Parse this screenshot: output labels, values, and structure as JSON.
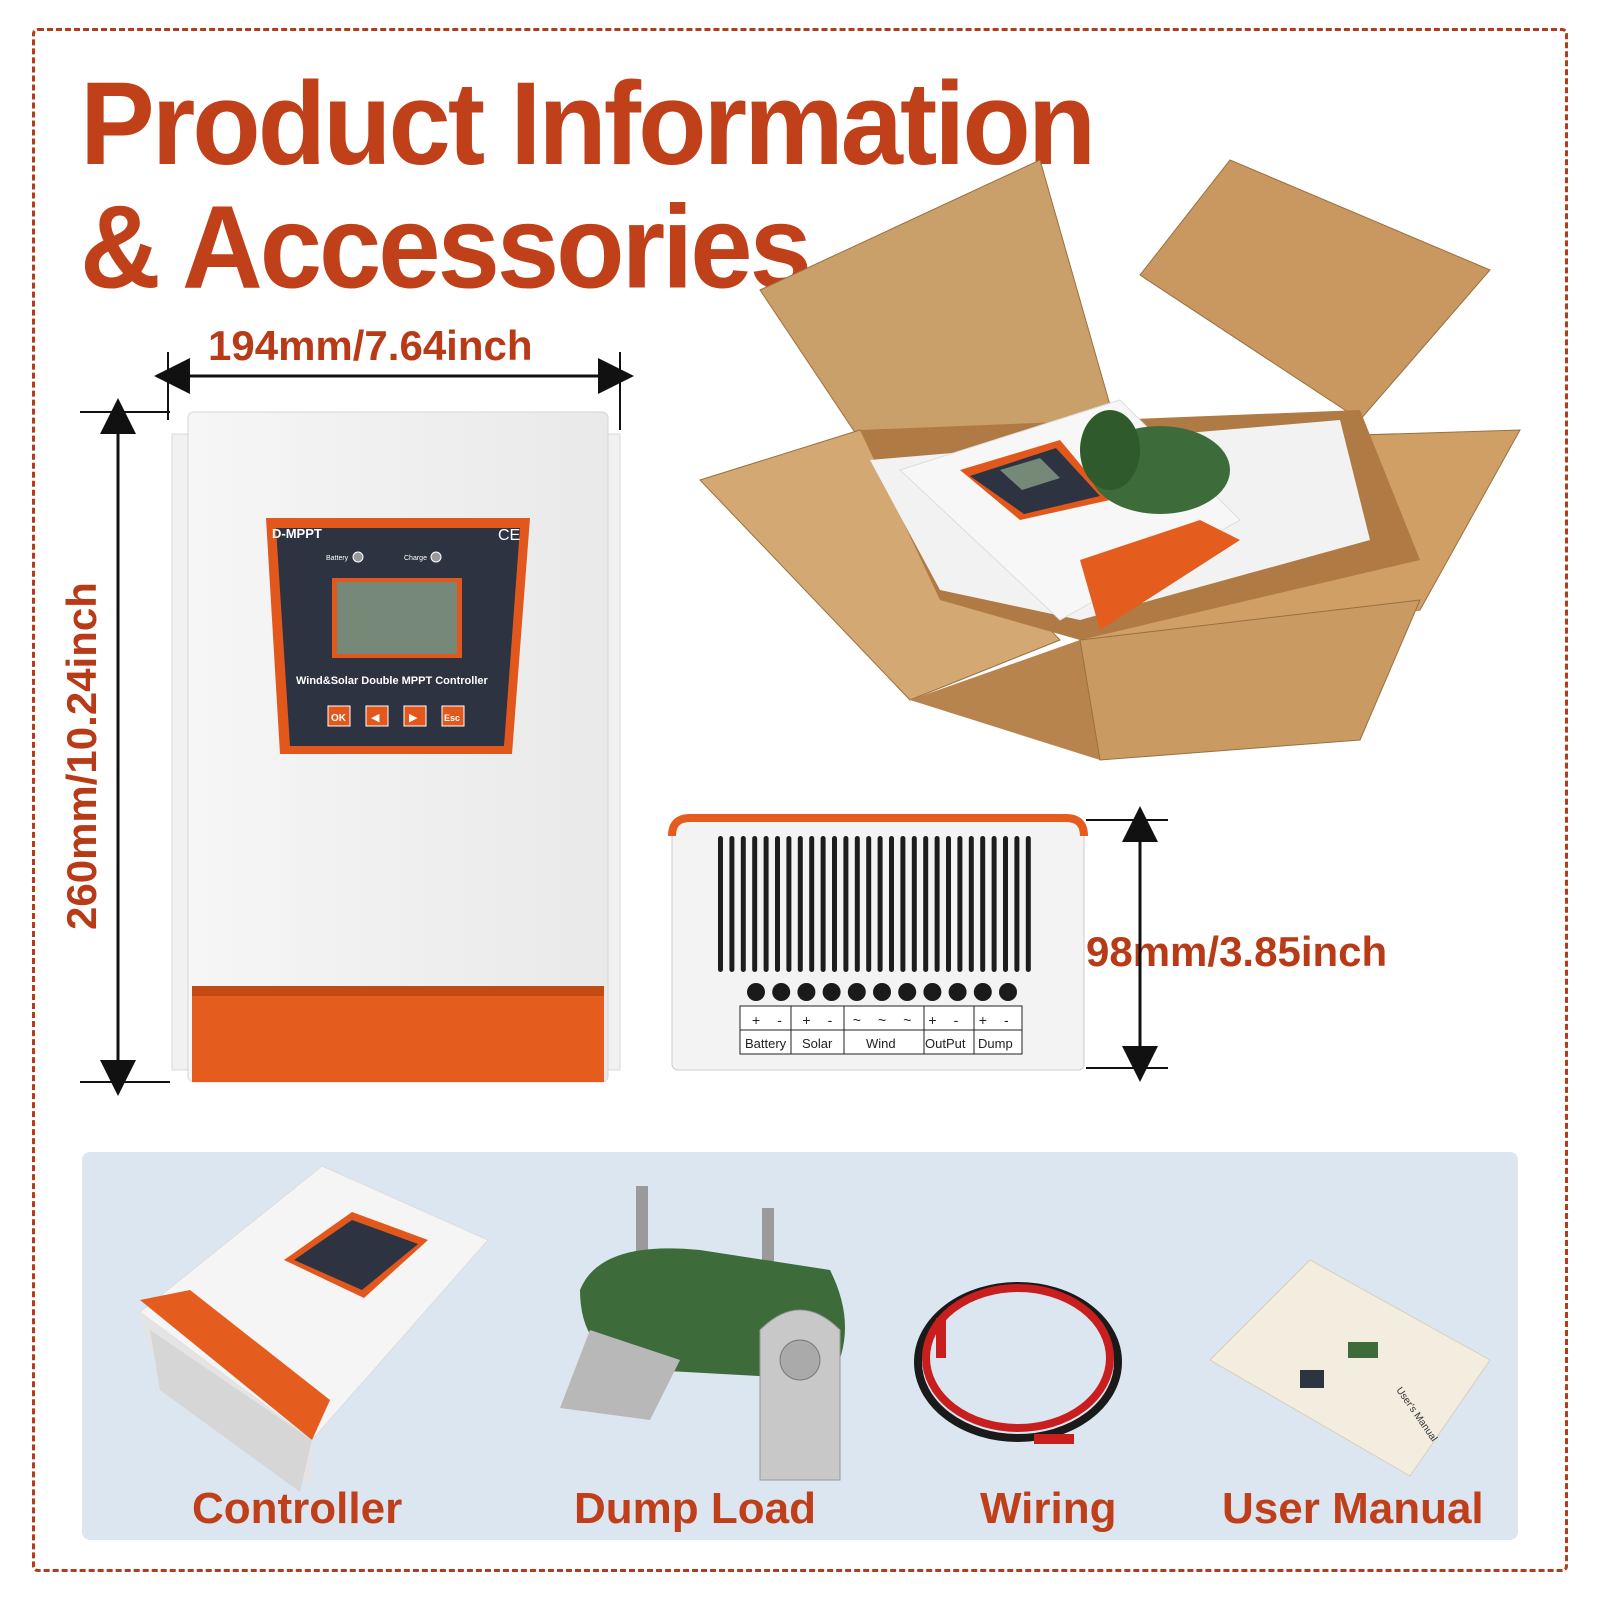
{
  "title": {
    "line1": "Product Information",
    "line2": "& Accessories"
  },
  "dimensions": {
    "width": "194mm/7.64inch",
    "height": "260mm/10.24inch",
    "depth": "98mm/3.85inch"
  },
  "controller_front": {
    "brand": "D-MPPT",
    "ce_mark": "CE",
    "battery_label": "Battery",
    "charge_label": "Charge",
    "model_text": "Wind&Solar Double MPPT Controller",
    "buttons": [
      "OK",
      "◀",
      "▶",
      "Esc"
    ]
  },
  "terminals": {
    "signs": [
      "+",
      "-",
      "+",
      "-",
      "~",
      "~",
      "~",
      "+",
      "-",
      "+",
      "-"
    ],
    "labels": [
      "Battery",
      "Solar",
      "Wind",
      "OutPut",
      "Dump"
    ]
  },
  "accessories": [
    {
      "label": "Controller",
      "icon": "controller-image"
    },
    {
      "label": "Dump Load",
      "icon": "dump-load-resistor-image"
    },
    {
      "label": "Wiring",
      "icon": "red-black-cable-image"
    },
    {
      "label": "User Manual",
      "icon": "user-manual-image"
    }
  ],
  "manual_cover_text": "User's Manual",
  "colors": {
    "accent": "#c0401a",
    "orange": "#e05a1c",
    "panel_bg": "#dbe6f1",
    "cardboard": "#c9975f"
  }
}
